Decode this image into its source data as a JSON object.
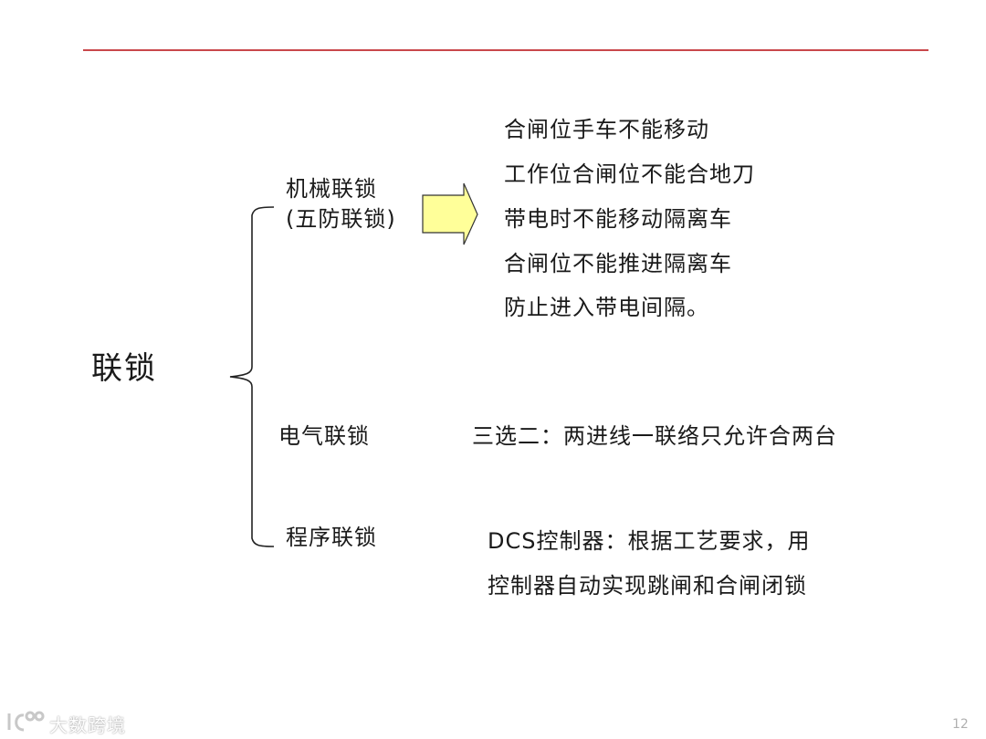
{
  "slide": {
    "page_number": "12",
    "accent_color": "#c9474b",
    "arrow_fill": "#ffff99"
  },
  "main": {
    "root_term": "联锁",
    "branches": [
      {
        "label_line1": "机械联锁",
        "label_line2": "(五防联锁)",
        "connector": "right-arrow-icon",
        "details": [
          "合闸位手车不能移动",
          "工作位合闸位不能合地刀",
          "带电时不能移动隔离车",
          "合闸位不能推进隔离车",
          "防止进入带电间隔。"
        ]
      },
      {
        "label_line1": "电气联锁",
        "details": [
          "三选二：两进线一联络只允许合两台"
        ]
      },
      {
        "label_line1": "程序联锁",
        "details": [
          "DCS控制器：根据工艺要求，用",
          "控制器自动实现跳闸和合闸闭锁"
        ]
      }
    ]
  },
  "footer": {
    "logo_text": "大数跨境",
    "logo_mark": "100-logo-icon"
  }
}
